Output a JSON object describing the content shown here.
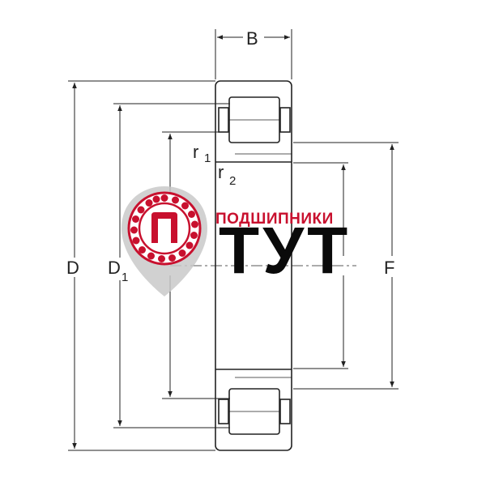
{
  "labels": {
    "B": "B",
    "D": "D",
    "D1_main": "D",
    "D1_sub": "1",
    "F": "F",
    "r1_main": "r",
    "r1_sub": "1",
    "r2_main": "r",
    "r2_sub": "2"
  },
  "logo": {
    "top_text": "ПОДШИПНИКИ",
    "big_text": "ТУТ",
    "brand_color": "#c8102e",
    "shield_color": "#c9c9c9"
  },
  "colors": {
    "line": "#222222",
    "background": "#ffffff"
  }
}
